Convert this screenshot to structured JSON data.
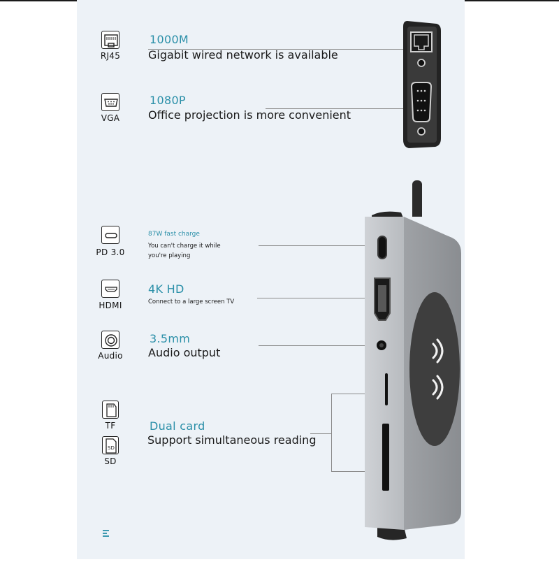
{
  "features": {
    "rj45": {
      "label": "RJ45",
      "title": "1000M",
      "desc": "Gigabit wired network is available",
      "icon": "ethernet-port-icon"
    },
    "vga": {
      "label": "VGA",
      "title": "1080P",
      "desc": "Office projection is more convenient",
      "icon": "vga-port-icon"
    },
    "pd": {
      "label": "PD 3.0",
      "title": "87W fast charge",
      "desc_line1": "You can't charge it while",
      "desc_line2": "you're playing",
      "icon": "usb-c-port-icon"
    },
    "hdmi": {
      "label": "HDMI",
      "title": "4K HD",
      "desc": "Connect to a large screen TV",
      "icon": "hdmi-port-icon"
    },
    "audio": {
      "label": "Audio",
      "title": "3.5mm",
      "desc": "Audio output",
      "icon": "audio-jack-icon"
    },
    "card": {
      "label_tf": "TF",
      "label_sd": "SD",
      "title": "Dual card",
      "desc": "Support simultaneous reading",
      "icon_tf": "tf-card-icon",
      "icon_sd": "sd-card-icon"
    }
  },
  "colors": {
    "accent": "#2a8fa8",
    "panel_bg": "#edf2f7",
    "device_body": "#a9acb1",
    "device_dark": "#2a2a2a"
  },
  "brand_icon": "menu-lines-icon"
}
